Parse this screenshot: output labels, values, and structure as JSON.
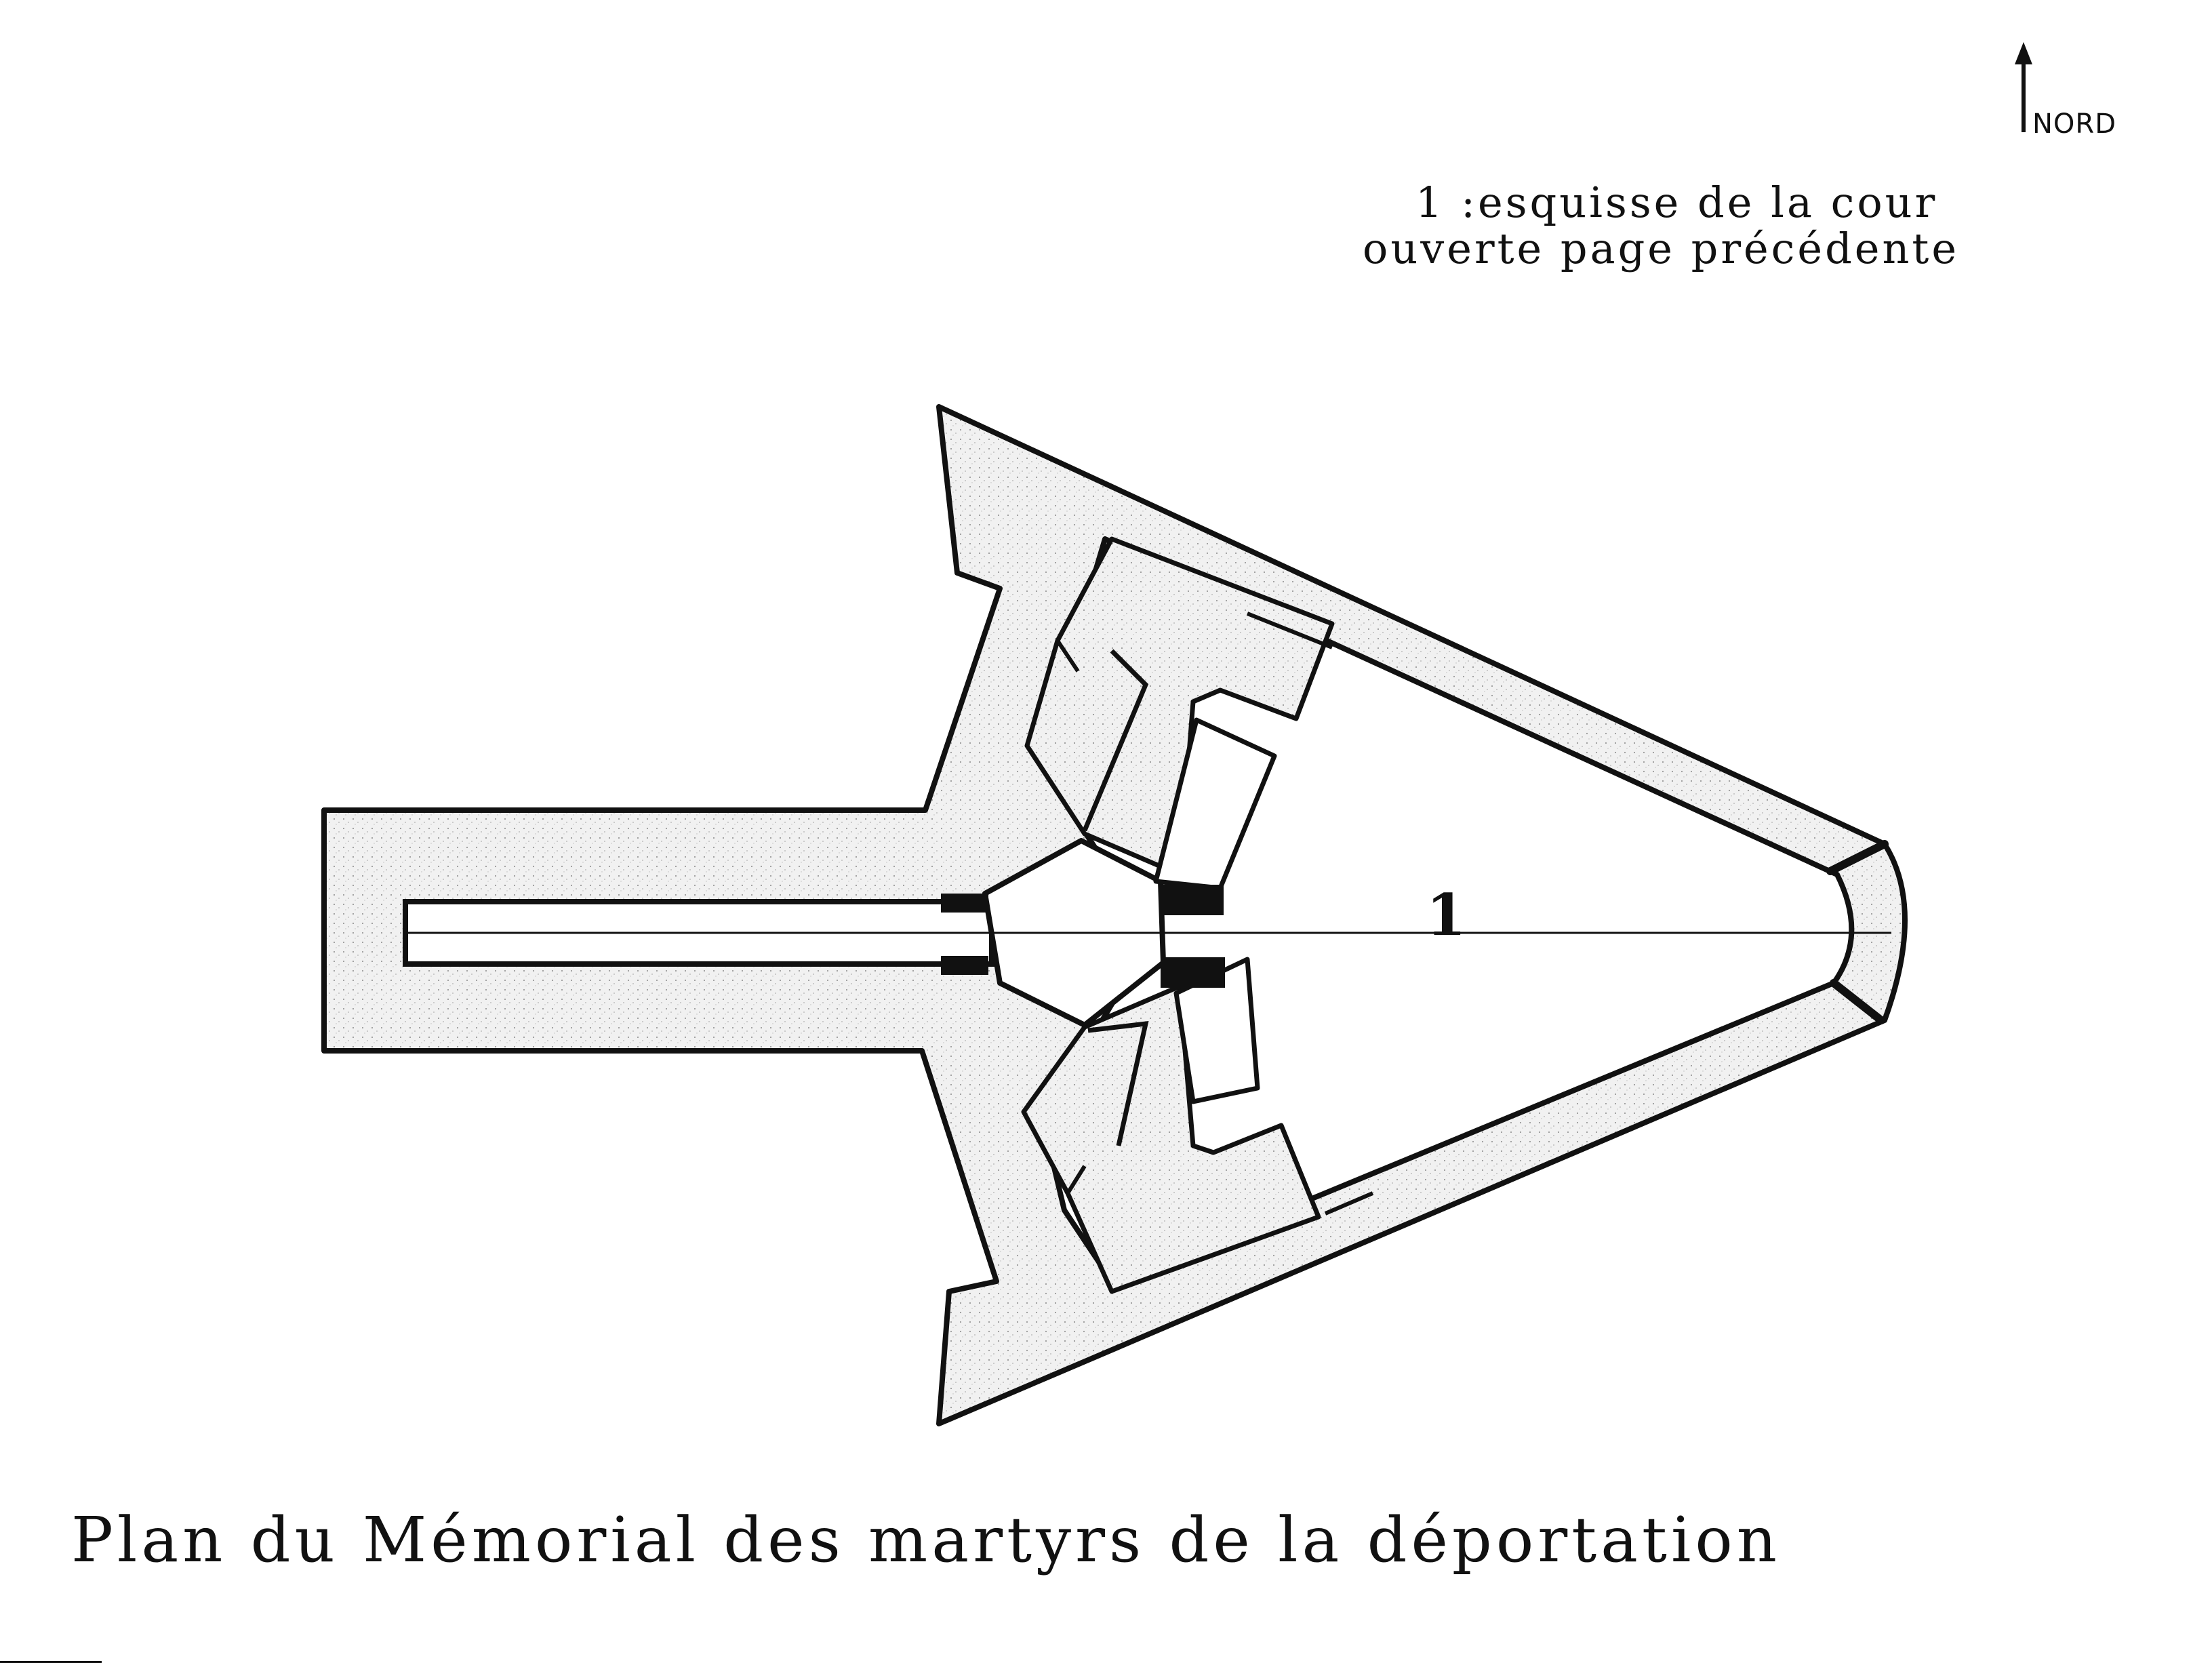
{
  "north_arrow": {
    "label": "NORD",
    "icon": "north-arrow-icon"
  },
  "caption": {
    "line1": "1 :esquisse de la cour",
    "line2": "ouverte page précédente"
  },
  "plan": {
    "axis_label": "1"
  },
  "title": "Plan du Mémorial des martyrs de la déportation",
  "colors": {
    "ink": "#111111",
    "wall_fill": "#e9e9e9",
    "background": "#ffffff"
  }
}
